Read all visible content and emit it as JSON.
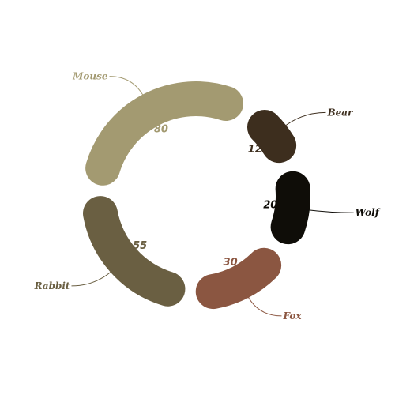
{
  "chart_data": {
    "type": "pie",
    "style": "donut",
    "title": "",
    "categories": [
      "Bear",
      "Wolf",
      "Fox",
      "Rabbit",
      "Mouse"
    ],
    "values": [
      12,
      20,
      30,
      55,
      80
    ],
    "colors": [
      "#3d2e1e",
      "#0f0d08",
      "#8b5641",
      "#6a5f42",
      "#a39a71"
    ]
  }
}
